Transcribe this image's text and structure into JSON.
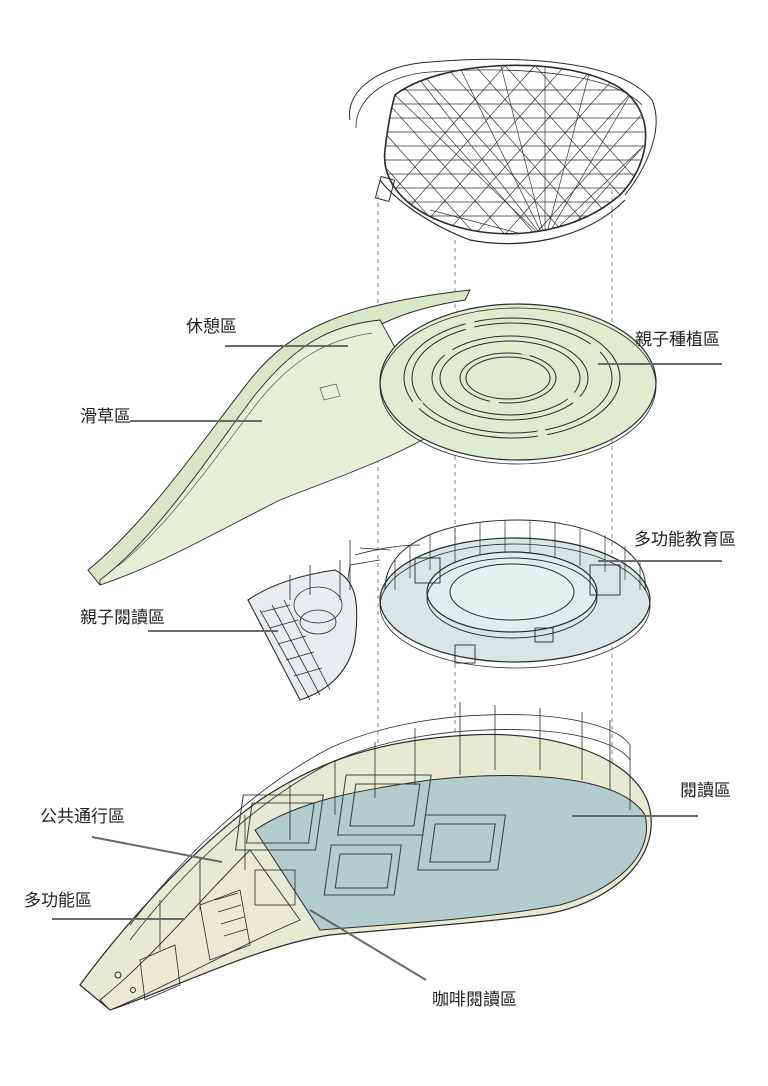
{
  "labels": {
    "rest_area": "休憩區",
    "grass_slide_area": "滑草區",
    "parent_child_planting_area": "親子種植區",
    "multifunction_education_area": "多功能教育區",
    "parent_child_reading_area": "親子閱讀區",
    "reading_area": "閱讀區",
    "public_passage_area": "公共通行區",
    "multifunction_area": "多功能區",
    "cafe_reading_area": "咖啡閱讀區"
  },
  "colors": {
    "roof_green": "#e3ecd3",
    "roof_green_dark": "#d6e3c0",
    "education_blue": "#dfe9e9",
    "reading_teal": "#9fbfc3",
    "reading_teal_dark": "#86aab0",
    "ground_green": "#e8ecd6",
    "line": "#2a2a2a",
    "dashed": "#999999",
    "leader": "#6a6a6a"
  }
}
